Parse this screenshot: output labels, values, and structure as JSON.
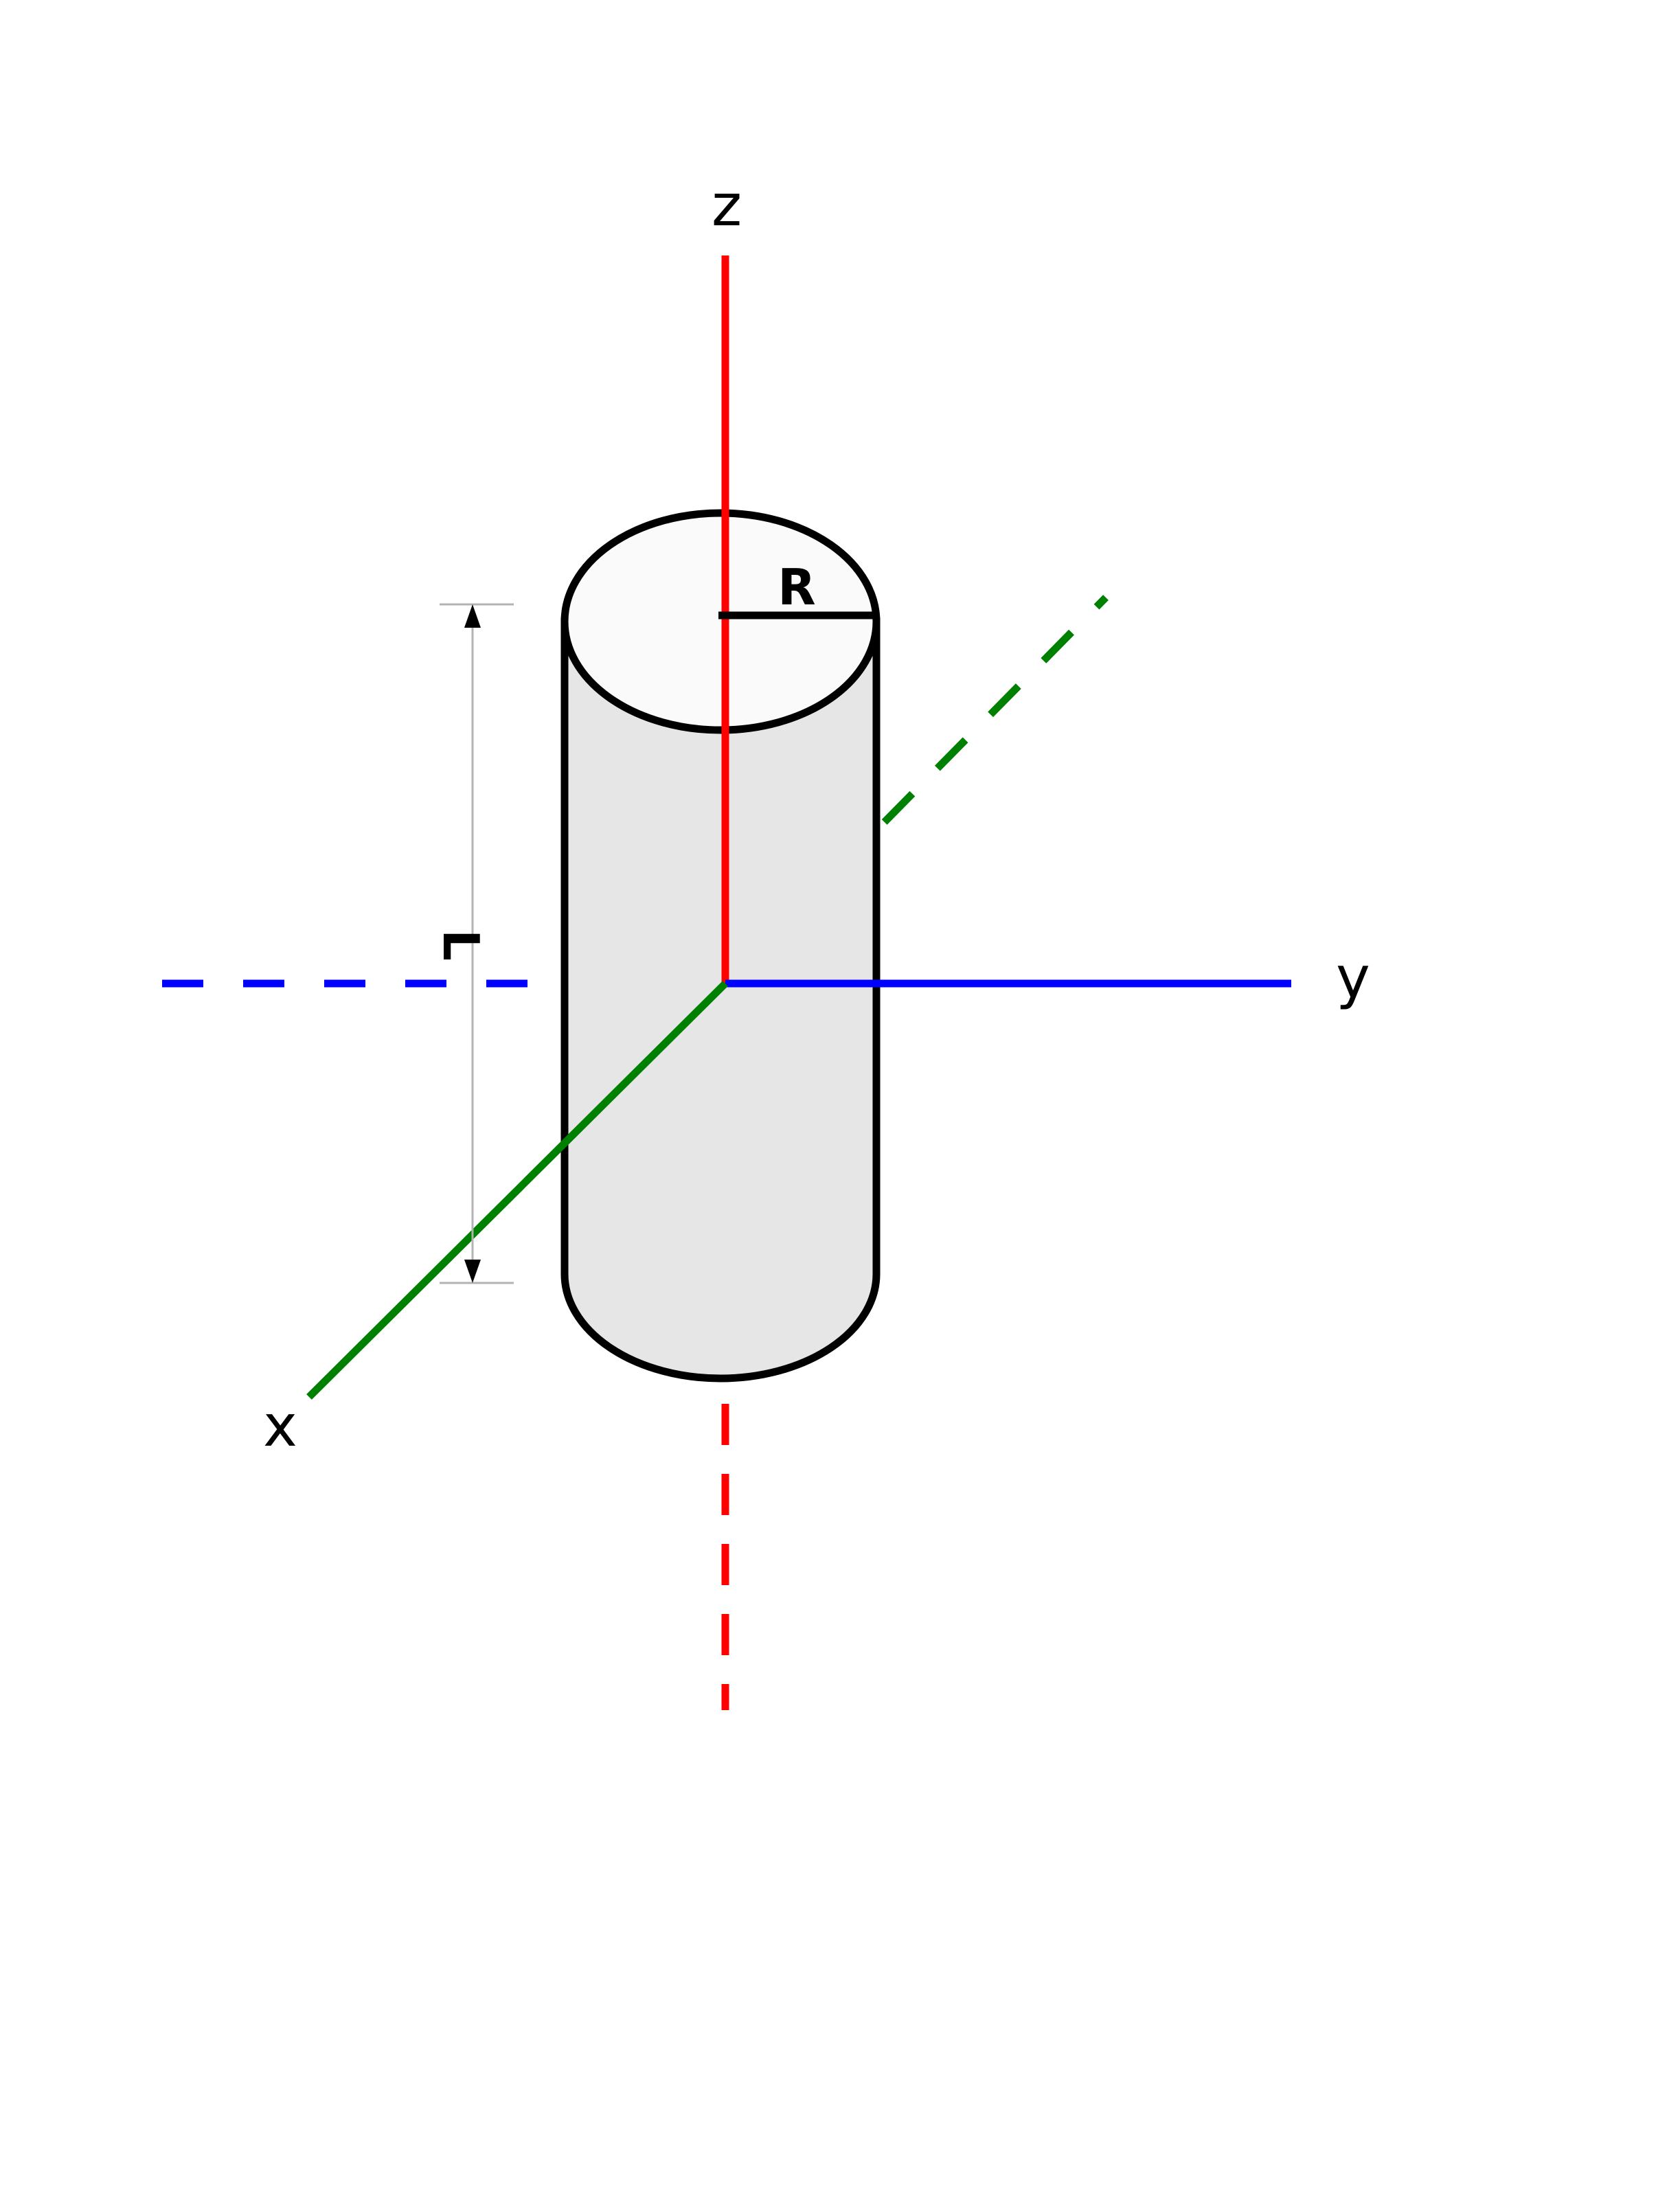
{
  "axes": {
    "x_label": "x",
    "y_label": "y",
    "z_label": "z"
  },
  "dimensions": {
    "radius_label": "R",
    "length_label": "L"
  },
  "colors": {
    "x_axis": "#008000",
    "y_axis": "#0000ff",
    "z_axis": "#ff0000",
    "cylinder_outline": "#000000",
    "cylinder_body": "#e6e6e6",
    "cylinder_top": "#fafafa",
    "dimension_line": "#b3b3b3"
  }
}
